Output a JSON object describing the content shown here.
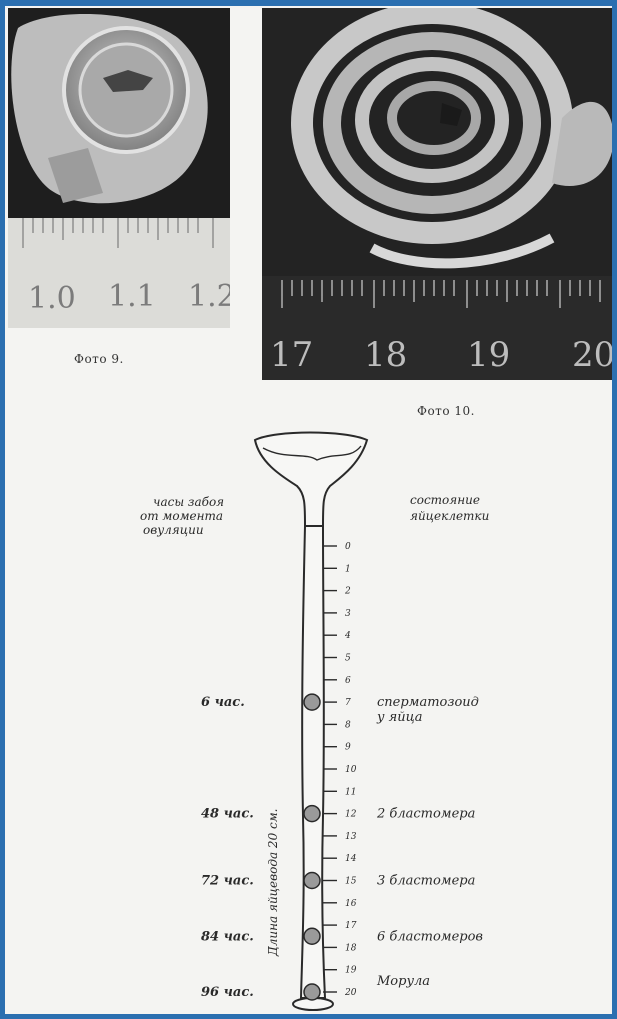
{
  "photos": [
    {
      "caption": "Фото 9.",
      "ruler_labels": [
        "1.0",
        "1.1",
        "1.2"
      ]
    },
    {
      "caption": "Фото 10.",
      "ruler_labels": [
        "17",
        "18",
        "19",
        "20"
      ]
    }
  ],
  "diagram": {
    "left_heading": [
      "часы забоя",
      "от момента",
      "овуляции"
    ],
    "right_heading": [
      "состояние",
      "яйцеклетки"
    ],
    "vertical_label": "Длина яйцевода 20 см.",
    "scale_ticks": [
      "0",
      "1",
      "2",
      "3",
      "4",
      "5",
      "6",
      "7",
      "8",
      "9",
      "10",
      "11",
      "12",
      "13",
      "14",
      "15",
      "16",
      "17",
      "18",
      "19",
      "20"
    ],
    "left_times": [
      {
        "text": "6 час.",
        "at": 7
      },
      {
        "text": "48 час.",
        "at": 12
      },
      {
        "text": "72 час.",
        "at": 15
      },
      {
        "text": "84 час.",
        "at": 17.5
      },
      {
        "text": "96 час.",
        "at": 20
      }
    ],
    "right_states": [
      {
        "lines": [
          "сперматозоид",
          "у яйца"
        ],
        "at": 7
      },
      {
        "lines": [
          "2 бластомера"
        ],
        "at": 12
      },
      {
        "lines": [
          "3 бластомера"
        ],
        "at": 15
      },
      {
        "lines": [
          "6 бластомеров"
        ],
        "at": 17.5
      },
      {
        "lines": [
          "Морула"
        ],
        "at": 19.5
      }
    ]
  }
}
